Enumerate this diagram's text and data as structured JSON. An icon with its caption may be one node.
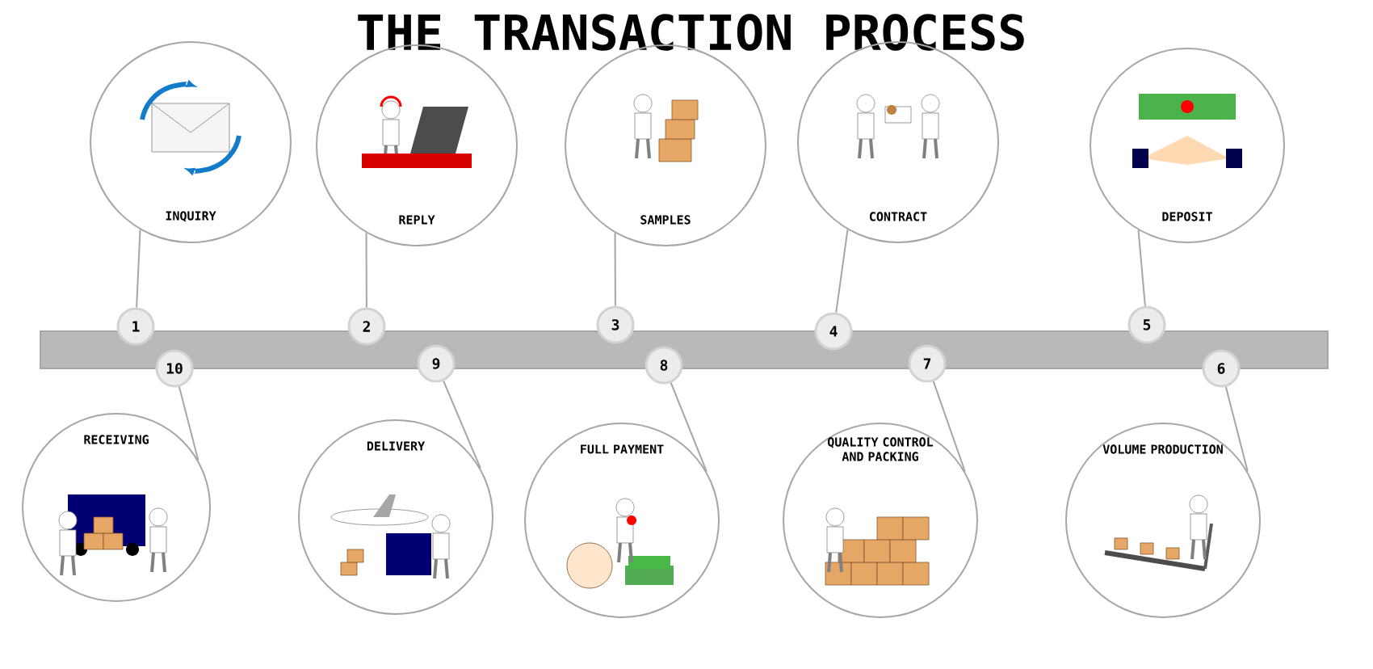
{
  "diagram": {
    "title": "THE TRANSACTION PROCESS",
    "nodes": [
      {
        "text": [
          "INQUIRY"
        ]
      },
      {
        "text": [
          "REPLY"
        ]
      },
      {
        "text": [
          "SAMPLES"
        ]
      },
      {
        "text": [
          "CONTRACT"
        ]
      },
      {
        "text": [
          "DEPOSIT"
        ]
      },
      {
        "text": [
          "VOLUME PRODUCTION"
        ]
      },
      {
        "text": [
          "QUALITY CONTROL AND PACKING"
        ]
      },
      {
        "text": [
          "FULL PAYMENT"
        ]
      },
      {
        "text": [
          "DELIVERY"
        ]
      },
      {
        "text": [
          "RECEIVING"
        ]
      },
      {
        "text": [
          "1"
        ]
      },
      {
        "text": [
          "2"
        ]
      },
      {
        "text": [
          "3"
        ]
      },
      {
        "text": [
          "4"
        ]
      },
      {
        "text": [
          "5"
        ]
      },
      {
        "text": [
          "6"
        ]
      },
      {
        "text": [
          "7"
        ]
      },
      {
        "text": [
          "8"
        ]
      },
      {
        "text": [
          "9"
        ]
      },
      {
        "text": [
          "10"
        ]
      },
      {
        "text": [],
        "shape": "bar"
      }
    ],
    "edges": [
      {
        "from": 10,
        "to": 0,
        "arrow": "none"
      },
      {
        "from": 11,
        "to": 1,
        "arrow": "none"
      },
      {
        "from": 12,
        "to": 2,
        "arrow": "none"
      },
      {
        "from": 13,
        "to": 3,
        "arrow": "none"
      },
      {
        "from": 14,
        "to": 4,
        "arrow": "none"
      },
      {
        "from": 15,
        "to": 5,
        "arrow": "none"
      },
      {
        "from": 16,
        "to": 6,
        "arrow": "none"
      },
      {
        "from": 17,
        "to": 7,
        "arrow": "none"
      },
      {
        "from": 18,
        "to": 8,
        "arrow": "none"
      },
      {
        "from": 19,
        "to": 9,
        "arrow": "none"
      }
    ]
  }
}
